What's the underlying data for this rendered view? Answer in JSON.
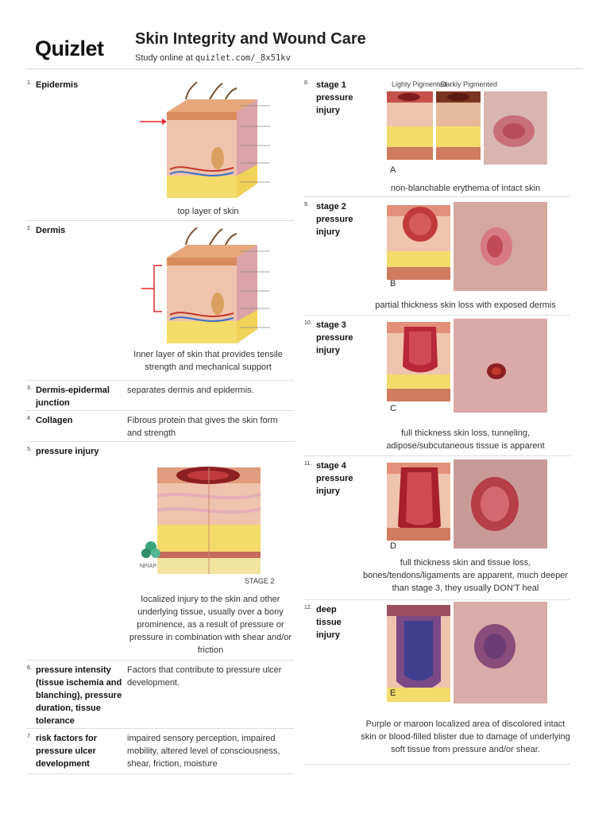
{
  "header": {
    "logo": "Quizlet",
    "title": "Skin Integrity and Wound Care",
    "study_prefix": "Study online at",
    "study_url": "quizlet.com/_8x51kv"
  },
  "left_cards": [
    {
      "num": "1.",
      "term": "Epidermis",
      "definition": "top layer of skin"
    },
    {
      "num": "2.",
      "term": "Dermis",
      "definition": "Inner layer of skin that provides tensile strength and mechanical support"
    },
    {
      "num": "3.",
      "term": "Dermis-epidermal junction",
      "definition": "separates dermis and epidermis."
    },
    {
      "num": "4.",
      "term": "Collagen",
      "definition": "Fibrous protein that gives the skin form and strength"
    },
    {
      "num": "5.",
      "term": "pressure injury",
      "definition": "localized injury to the skin and other underlying tissue, usually over a bony prominence, as a result of pressure or pressure in combination with shear and/or friction",
      "image_label": "STAGE 2"
    },
    {
      "num": "6.",
      "term": "pressure intensity (tissue ischemia and blanching), pressure duration, tissue tolerance",
      "definition": "Factors that contribute to pressure ulcer development."
    },
    {
      "num": "7.",
      "term": "risk factors for pressure ulcer development",
      "definition": "impaired sensory perception, impaired mobility, altered level of consciousness, shear, friction, moisture"
    }
  ],
  "right_cards": [
    {
      "num": "8.",
      "term": "stage 1 pressure injury",
      "definition": "non-blanchable erythema of intact skin",
      "letter": "A",
      "labels": [
        "Lighty Pigmented",
        "Darkly Pigmented"
      ]
    },
    {
      "num": "9.",
      "term": "stage 2 pressure injury",
      "definition": "partial thickness skin loss with exposed dermis",
      "letter": "B"
    },
    {
      "num": "10.",
      "term": "stage 3 pressure injury",
      "definition": "full thickness skin loss, tunneling, adipose/subcutaneous tissue is apparent",
      "letter": "C"
    },
    {
      "num": "11.",
      "term": "stage 4 pressure injury",
      "definition": "full thickness skin and tissue loss, bones/tendons/ligaments are apparent, much deeper than stage 3, they usually DON'T heal",
      "letter": "D"
    },
    {
      "num": "12.",
      "term": "deep tissue injury",
      "definition": "Purple or maroon localized area of discolored intact skin or blood-filled blister due to damage of underlying soft tissue from pressure and/or shear.",
      "letter": "E"
    }
  ],
  "colors": {
    "skin_top": "#e7a77a",
    "dermis": "#efc3ad",
    "fat": "#f3dc6a",
    "wound": "#b8283a",
    "photo_skin": "#d39a8d",
    "arrow_red": "#e0282d"
  }
}
